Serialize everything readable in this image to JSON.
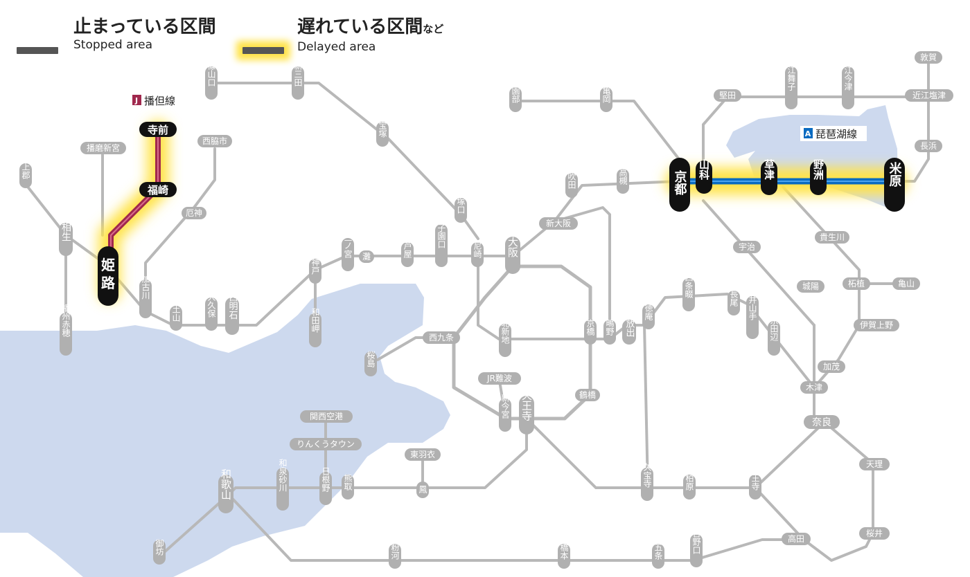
{
  "legend": {
    "stopped_jp": "止まっている区間",
    "stopped_en": "Stopped area",
    "delayed_jp": "遅れている区間",
    "delayed_suffix": "など",
    "delayed_en": "Delayed area",
    "stopped_color": "#555555",
    "delayed_glow_color": "#ffe000"
  },
  "lines": {
    "bantan_code": "J",
    "bantan_name": "播但線",
    "bantan_color": "#a0284d",
    "biwako_code": "A",
    "biwako_name": "琵琶湖線",
    "biwako_color": "#0a6bc1"
  },
  "affected_stations": {
    "teramae": "寺前",
    "fukusaki": "福崎",
    "himeji": "姫路",
    "kyoto": "京都",
    "yamashina": "山科",
    "kusatsu": "草津",
    "yasu": "野洲",
    "maibara": "米原"
  },
  "stations": {
    "sasayamaguchi": "篠山口",
    "shinsanda": "新三田",
    "takarazuka": "宝塚",
    "banshushingu": "播磨新宮",
    "nishiwakishi": "西脇市",
    "kamigori": "上郡",
    "aioi": "相生",
    "yakujin": "厄神",
    "kakogawa": "加古川",
    "dokoyama": "土山",
    "okubo": "大久保",
    "nishiakashi": "西明石",
    "kobe": "神戸",
    "sannomiya": "三ノ宮",
    "nada": "灘",
    "ashiya": "芦屋",
    "koshienguchi": "甲子園口",
    "amagasaki": "尼崎",
    "osaka": "大阪",
    "shinosaka": "新大阪",
    "suita": "吹田",
    "takatsuki": "高槻",
    "tsukaguchi": "塚口",
    "wadamisaki": "和田岬",
    "banshuako": "播州赤穂",
    "sakurajima": "桜島",
    "nishikujo": "西九条",
    "kitashinchi": "北新地",
    "kyobashi": "京橋",
    "shigino": "鴫野",
    "hanaten": "放出",
    "tsuruhashi": "鶴橋",
    "jrnamba": "JR難波",
    "shinimamiya": "新今宮",
    "tennoji": "天王寺",
    "kansaiairport": "関西空港",
    "rinkutown": "りんくうタウン",
    "higashihagoromo": "東羽衣",
    "otori": "鳳",
    "hineno": "日根野",
    "kumatori": "熊取",
    "izumisunagawa": "和泉砂川",
    "wakayama": "和歌山",
    "gobo": "御坊",
    "kokawa": "粉河",
    "hashimoto": "橋本",
    "gojo": "五条",
    "yoshinoguchi": "吉野口",
    "takada": "高田",
    "oji": "王寺",
    "kashiwara": "柏原",
    "kyuhoji": "久宝寺",
    "nara": "奈良",
    "tenri": "天理",
    "sakurai": "桜井",
    "kizu": "木津",
    "kamo": "加茂",
    "igaueno": "伊賀上野",
    "tsuge": "柘植",
    "kameyama": "亀山",
    "kibukawa": "貴生川",
    "uji": "宇治",
    "joyo": "城陽",
    "kyotanabe": "京田辺",
    "matsuiyamate": "松井山手",
    "nagao": "長尾",
    "shijonawate": "四条畷",
    "tokuan": "徳庵",
    "sonobe": "園部",
    "kameoka": "亀岡",
    "katata": "堅田",
    "omimaiko": "近江舞子",
    "omiimazu": "近江今津",
    "omishiotsu": "近江塩津",
    "tsuruga": "敦賀",
    "nagahama": "長浜"
  }
}
